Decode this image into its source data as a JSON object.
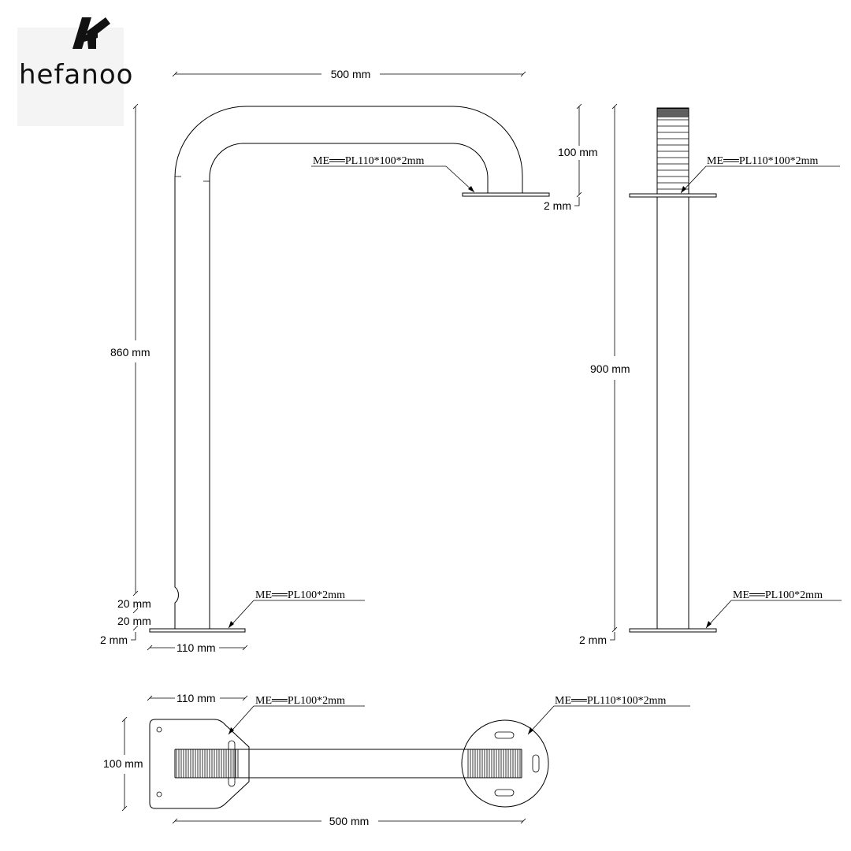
{
  "brand": {
    "name": "hefanoo"
  },
  "side_view": {
    "width_dim": "500 mm",
    "height_dim": "860 mm",
    "top_flange_dim": "100 mm",
    "top_plate_thk": "2 mm",
    "top_plate_label": "ME══PL110*100*2mm",
    "notch_dim_1": "20 mm",
    "notch_dim_2": "20 mm",
    "base_plate_thk": "2 mm",
    "base_width_dim": "110 mm",
    "base_plate_label": "ME══PL100*2mm"
  },
  "front_view": {
    "height_dim": "900 mm",
    "top_plate_label": "ME══PL110*100*2mm",
    "base_plate_label": "ME══PL100*2mm",
    "base_plate_thk": "2 mm"
  },
  "top_view": {
    "plate_width_dim": "110 mm",
    "plate_height_dim": "100 mm",
    "length_dim": "500 mm",
    "left_plate_label": "ME══PL100*2mm",
    "right_plate_label": "ME══PL110*100*2mm"
  }
}
